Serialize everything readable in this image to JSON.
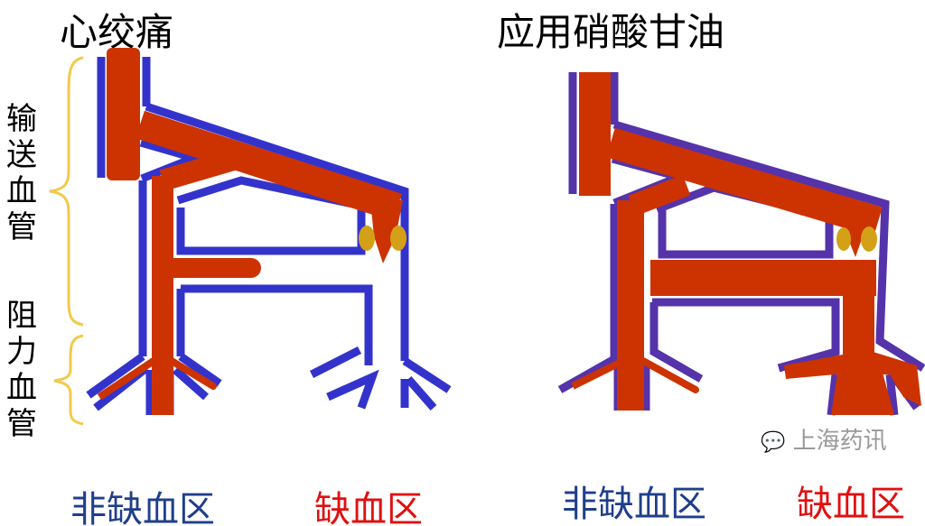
{
  "left_panel": {
    "title": "心绞痛",
    "bottom_labels": {
      "non_ischemic": "非缺血区",
      "ischemic": "缺血区"
    }
  },
  "right_panel": {
    "title": "应用硝酸甘油",
    "bottom_labels": {
      "non_ischemic": "非缺血区",
      "ischemic": "缺血区"
    }
  },
  "side_labels": {
    "conducting_vessels": "输送血管",
    "resistance_vessels": "阻力血管"
  },
  "watermark": "上海药讯",
  "colors": {
    "blood": "#cc3300",
    "vessel_wall_left": "#3333cc",
    "vessel_wall_right": "#5533aa",
    "brace": "#f2c94c",
    "sphincter": "#d4a017",
    "label_blue": "#1f3f8a",
    "label_red": "#e01010"
  }
}
